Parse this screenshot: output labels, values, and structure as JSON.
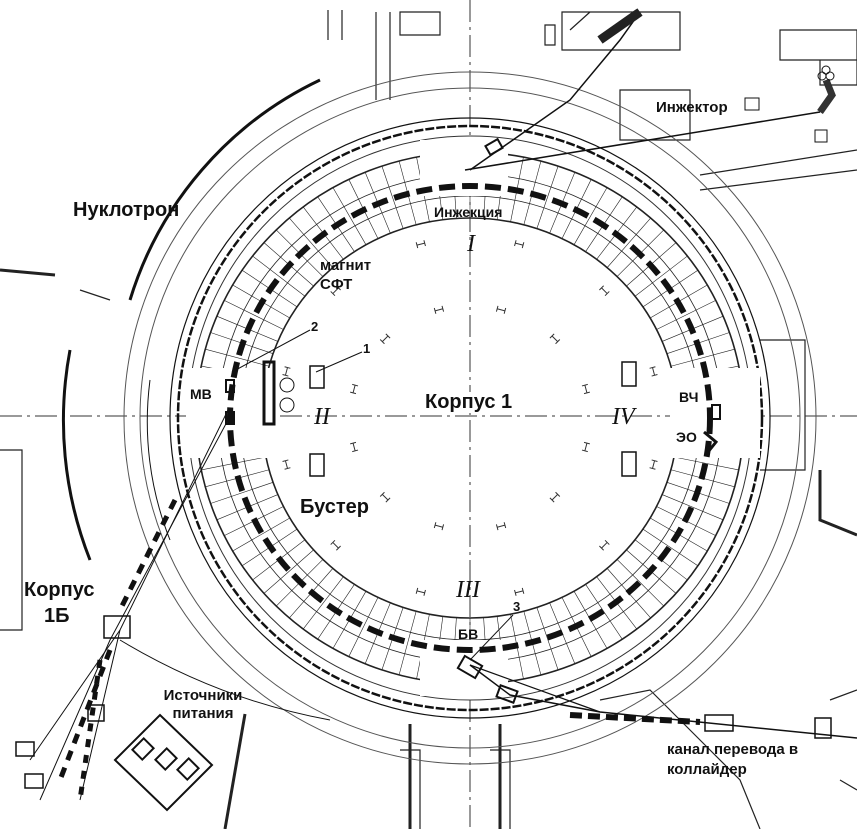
{
  "labels": {
    "nuclotron": "Нуклотрон",
    "injector": "Инжектор",
    "injection": "Инжекция",
    "magnet_sft_line1": "магнит",
    "magnet_sft_line2": "СФТ",
    "building1": "Корпус 1",
    "booster": "Бустер",
    "building1b_line1": "Корпус",
    "building1b_line2": "1Б",
    "power_line1": "Источники",
    "power_line2": "питания",
    "transfer_line1": "канал перевода в",
    "transfer_line2": "коллайдер",
    "mv": "МВ",
    "bv": "БВ",
    "vch": "ВЧ",
    "eo": "ЭО"
  },
  "numbers": {
    "n1": "1",
    "n2": "2",
    "n3": "3"
  },
  "quadrants": {
    "q1": "I",
    "q2": "II",
    "q3": "III",
    "q4": "IV"
  },
  "colors": {
    "line": "#111111",
    "light": "#666666",
    "bg": "#ffffff"
  }
}
